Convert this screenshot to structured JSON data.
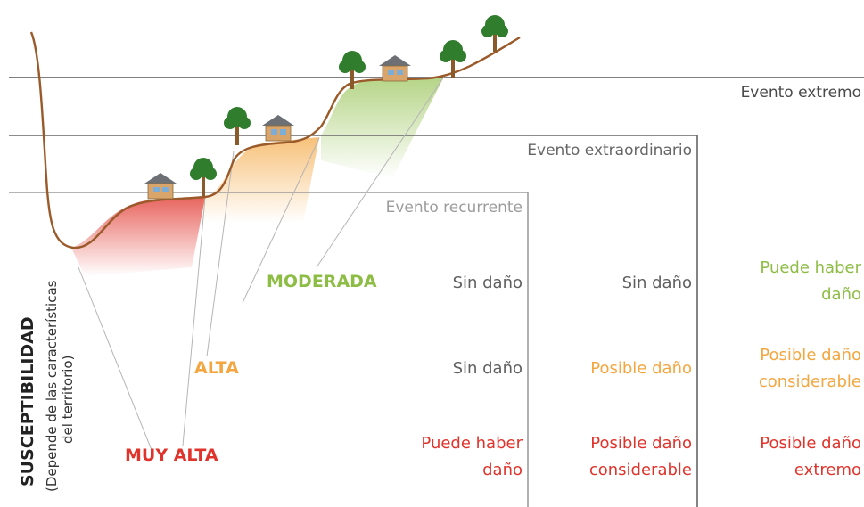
{
  "colors": {
    "very_high": "#e0332b",
    "high": "#f4a640",
    "moderate": "#8dbd45",
    "neutral": "#5f5f5f",
    "terrain": "#9a5a2a",
    "frame": "#555555",
    "frame_light": "#aaaaaa"
  },
  "events": {
    "extreme": "Evento extremo",
    "extraordinary": "Evento extraordinario",
    "recurrent": "Evento recurrente"
  },
  "axis": {
    "title": "SUSCEPTIBILIDAD",
    "subtitle_line1": "(Depende de las características",
    "subtitle_line2": "del territorio)"
  },
  "levels": {
    "moderate": "MODERADA",
    "high": "ALTA",
    "very_high": "MUY ALTA"
  },
  "matrix": {
    "moderate": {
      "recurrent": [
        "Sin daño"
      ],
      "extraordinary": [
        "Sin daño"
      ],
      "extreme": [
        "Puede haber",
        "daño"
      ]
    },
    "high": {
      "recurrent": [
        "Sin daño"
      ],
      "extraordinary": [
        "Posible daño"
      ],
      "extreme": [
        "Posible daño",
        "considerable"
      ]
    },
    "very_high": {
      "recurrent": [
        "Puede haber",
        "daño"
      ],
      "extraordinary": [
        "Posible daño",
        "considerable"
      ],
      "extreme": [
        "Posible daño",
        "extremo"
      ]
    }
  },
  "icons": [
    "house-icon",
    "tree-icon"
  ]
}
